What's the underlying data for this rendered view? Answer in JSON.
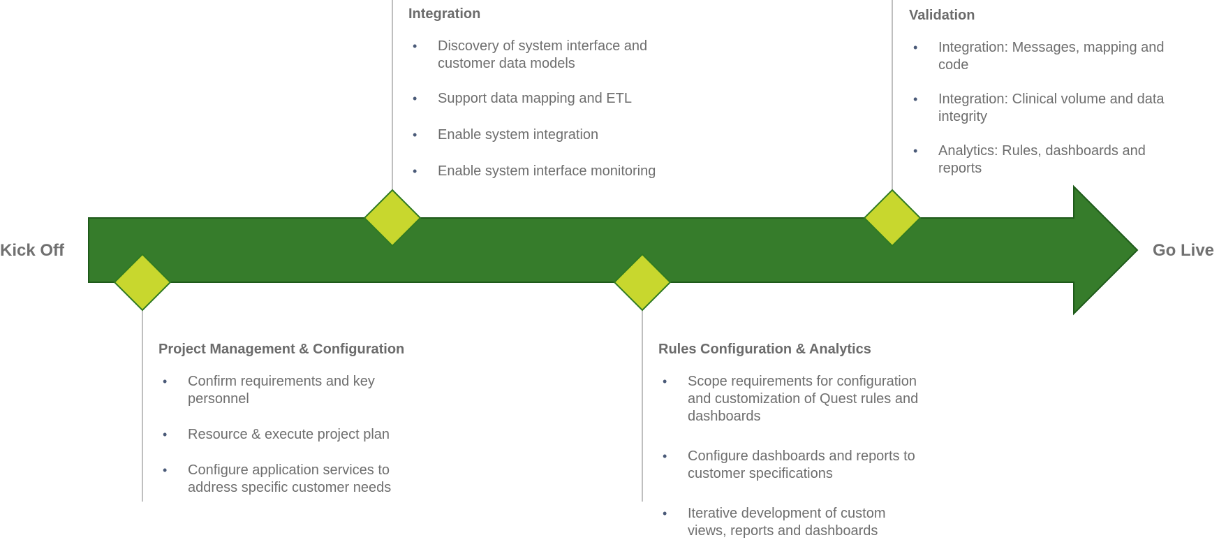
{
  "endpoints": {
    "start": "Kick Off",
    "end": "Go Live"
  },
  "colors": {
    "arrow_fill": "#367c2b",
    "arrow_stroke": "#1e5a1a",
    "milestone_fill": "#c8d72e",
    "milestone_stroke": "#2f7a22",
    "connector": "#bfbfbf",
    "text": "#6b6b6b",
    "bullet": "#4a5a78"
  },
  "phases": {
    "integration": {
      "title": "Integration",
      "items": [
        "Discovery of system interface and customer data models",
        "Support data mapping and ETL",
        "Enable system integration",
        "Enable system interface monitoring"
      ]
    },
    "validation": {
      "title": "Validation",
      "items": [
        "Integration: Messages, mapping and code",
        "Integration: Clinical volume and data integrity",
        "Analytics: Rules, dashboards and reports"
      ]
    },
    "project_management": {
      "title": "Project Management & Configuration",
      "items": [
        "Confirm requirements and key personnel",
        "Resource & execute project plan",
        "Configure application services to address specific customer needs"
      ]
    },
    "rules_configuration": {
      "title": "Rules Configuration & Analytics",
      "items": [
        "Scope requirements for configuration and customization of Quest rules and dashboards",
        "Configure dashboards and reports to customer specifications",
        "Iterative development of custom views, reports and dashboards"
      ]
    }
  }
}
